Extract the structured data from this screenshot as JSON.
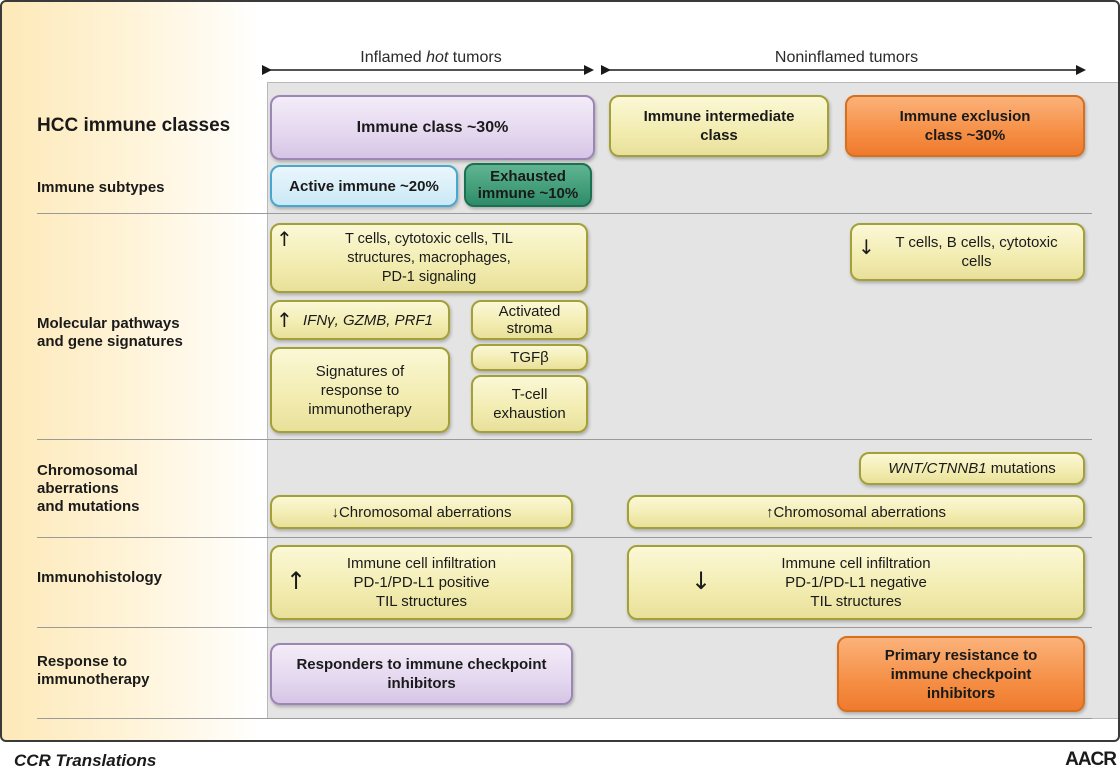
{
  "header": {
    "left_prefix": "Inflamed ",
    "left_italic": "hot",
    "left_suffix": " tumors",
    "right": "Noninflamed tumors"
  },
  "rows": {
    "classes": "HCC immune classes",
    "subtypes": "Immune subtypes",
    "pathways": [
      "Molecular pathways",
      "and gene signatures"
    ],
    "chromosomal": [
      "Chromosomal",
      "aberrations",
      "and mutations"
    ],
    "immunohistology": "Immunohistology",
    "response": [
      "Response to",
      "immunotherapy"
    ]
  },
  "boxes": {
    "immune_class": "Immune class ~30%",
    "intermediate": [
      "Immune intermediate",
      "class"
    ],
    "exclusion": [
      "Immune exclusion",
      "class ~30%"
    ],
    "active": "Active immune ~20%",
    "exhausted": [
      "Exhausted",
      "immune ~10%"
    ],
    "tcells_up": [
      "T cells, cytotoxic cells, TIL",
      "structures, macrophages,",
      "PD-1 signaling"
    ],
    "tcells_down": [
      "T cells, B cells, cytotoxic",
      "cells"
    ],
    "ifn": "IFNγ, GZMB, PRF1",
    "activated_stroma": [
      "Activated",
      "stroma"
    ],
    "tgfb": "TGFβ",
    "signatures": [
      "Signatures of",
      "response to",
      "immunotherapy"
    ],
    "tcell_exhaustion": [
      "T-cell",
      "exhaustion"
    ],
    "wnt_italic": "WNT/CTNNB1",
    "wnt_suffix": " mutations",
    "chrom_down": "Chromosomal aberrations",
    "chrom_up": "Chromosomal aberrations",
    "ih_up": [
      "Immune cell infiltration",
      "PD-1/PD-L1 positive",
      "TIL structures"
    ],
    "ih_down": [
      "Immune cell infiltration",
      "PD-1/PD-L1 negative",
      "TIL structures"
    ],
    "responders": [
      "Responders to immune checkpoint",
      "inhibitors"
    ],
    "resistance": [
      "Primary resistance to",
      "immune checkpoint",
      "inhibitors"
    ]
  },
  "footer": {
    "left": "CCR Translations",
    "right": "AACR"
  },
  "colors": {
    "purple": "#e4d7ef",
    "orange": "#f58f45",
    "blue": "#cbe9f6",
    "teal": "#2f8c68",
    "olive": "#f2ecb0",
    "panel": "#e4e4e4"
  },
  "icons": [
    "up-arrow-icon",
    "down-arrow-icon",
    "double-headed-arrow-icon"
  ]
}
